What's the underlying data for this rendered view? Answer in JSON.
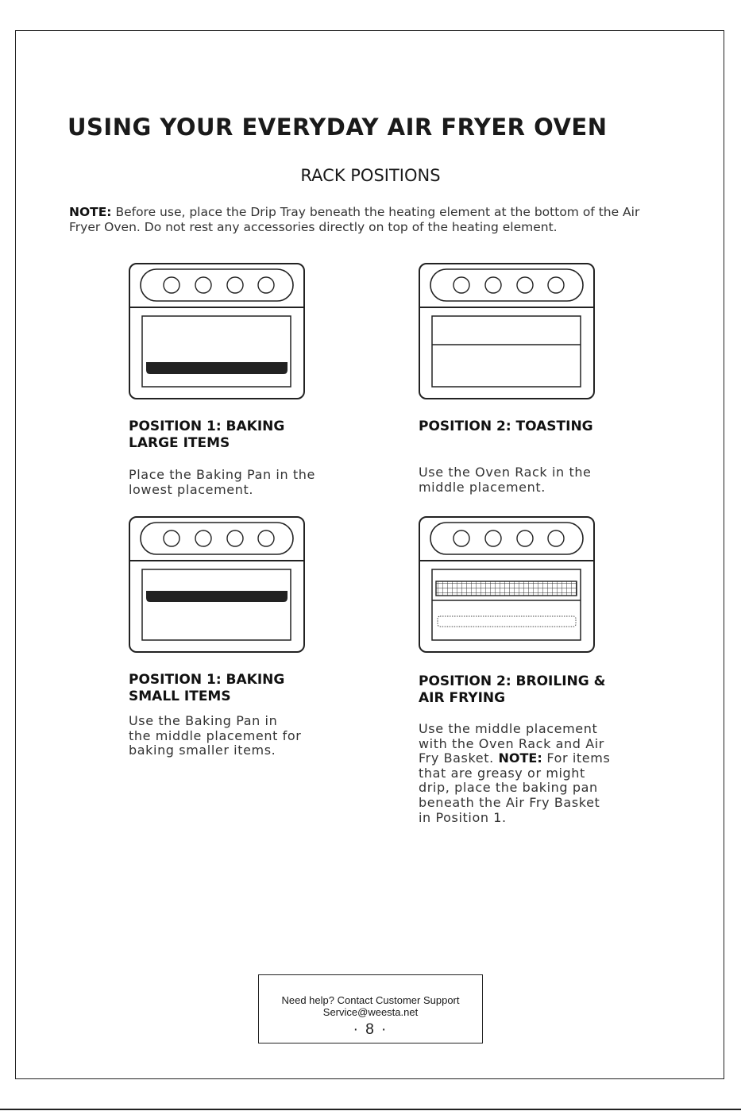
{
  "title": "USING YOUR EVERYDAY AIR FRYER OVEN",
  "subtitle": "RACK POSITIONS",
  "note": {
    "label": "NOTE:",
    "text": " Before use, place the Drip Tray beneath the heating element at the bottom of the Air Fryer Oven. Do not rest any accessories directly on top of the heating element."
  },
  "positions": [
    {
      "title_line1": "POSITION 1: BAKING",
      "title_line2": "LARGE ITEMS",
      "desc_line1": "Place the Baking Pan in the",
      "desc_line2": "lowest placement."
    },
    {
      "title_line1": "POSITION 2: TOASTING",
      "desc_line1": "Use the Oven Rack in the",
      "desc_line2": "middle placement."
    },
    {
      "title_line1": "POSITION 1: BAKING",
      "title_line2": "SMALL ITEMS",
      "desc_line1": "Use the Baking Pan in",
      "desc_line2": "the middle placement for",
      "desc_line3": "baking smaller items."
    },
    {
      "title_line1": "POSITION 2: BROILING &",
      "title_line2": "AIR FRYING",
      "desc_line1": "Use the middle placement",
      "desc_line2": "with the Oven Rack and Air",
      "desc_line3_pre": "Fry Basket. ",
      "desc_line3_label": "NOTE:",
      "desc_line3_post": " For items",
      "desc_line4": "that are greasy or might",
      "desc_line5": "drip, place the baking pan",
      "desc_line6": "beneath the Air Fry Basket",
      "desc_line7": "in Position 1."
    }
  ],
  "footer": {
    "help_line1": "Need help? Contact Customer Support",
    "help_line2": "Service@weesta.net",
    "page_number": "· 8 ·"
  }
}
